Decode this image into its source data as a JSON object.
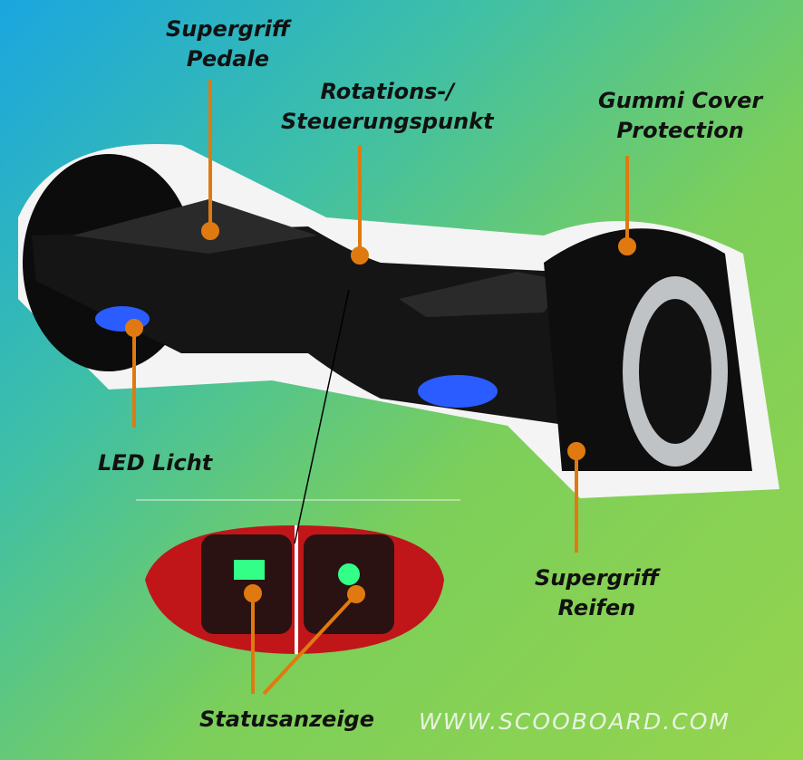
{
  "labels": {
    "pedale": [
      "Supergriff",
      "Pedale"
    ],
    "rotation": [
      "Rotations-/",
      "Steuerungspunkt"
    ],
    "cover": [
      "Gummi Cover",
      "Protection"
    ],
    "led": "LED Licht",
    "reifen": [
      "Supergriff",
      "Reifen"
    ],
    "status": "Statusanzeige"
  },
  "watermark": "WWW.SCOOBOARD.COM",
  "colors": {
    "callout": "#e07a10",
    "board": "#111111",
    "led": "#2a5cff",
    "status_panel": "#c0161a",
    "status_light": "#33ff88"
  }
}
